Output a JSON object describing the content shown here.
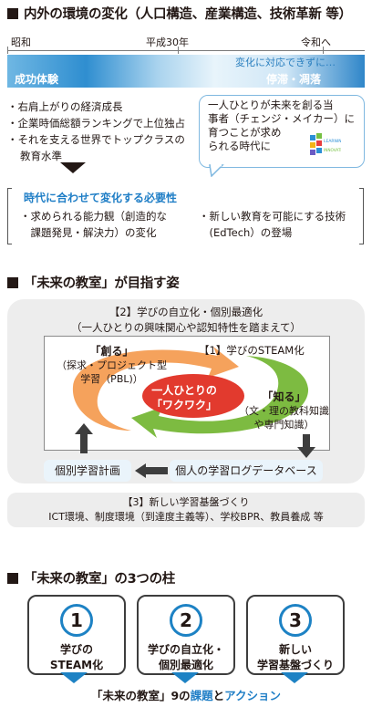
{
  "section1": {
    "title": "内外の環境の変化（人口構造、産業構造、技術革新 等）",
    "timeline": {
      "era1": "昭和",
      "era2": "平成30年",
      "era3": "令和へ"
    },
    "banner": {
      "left_label": "成功体験",
      "right_caption": "変化に対応できずに…",
      "right_label": "停滞・凋落"
    },
    "bullets": [
      "右肩上がりの経済成長",
      "企業時価総額ランキングで上位独占",
      "それを支える世界でトップクラスの",
      "教育水準"
    ],
    "callout": {
      "lines": [
        "一人ひとりが未来を創る当",
        "事者（チェンジ・メイカー）に",
        "育つことが求め",
        "られる時代に"
      ],
      "logo_text": "LEARNING INNOVATION"
    },
    "needs": {
      "title": "時代に合わせて変化する必要性",
      "left": [
        "・求められる能力観（創造的な",
        "　課題発見・解決力）の変化"
      ],
      "right": [
        "・新しい教育を可能にする技術",
        "　(EdTech）の登場"
      ]
    }
  },
  "section2": {
    "title": "「未来の教室」が目指す姿",
    "header": [
      "【2】学びの自立化・個別最適化",
      "（一人ひとりの興味関心や認知特性を踏まえて）"
    ],
    "steam_label": "【1】学びのSTEAM化",
    "create": {
      "title": "「創る」",
      "lines": [
        "（探求・プロジェクト型",
        "学習（PBL)）"
      ]
    },
    "know": {
      "title": "「知る」",
      "lines": [
        "（文・理の教科知識",
        "や専門知識）"
      ]
    },
    "center": [
      "一人ひとりの",
      "「ワクワク」"
    ],
    "log_db": "個人の学習ログデータベース",
    "plan": "個別学習計画",
    "infra": [
      "【3】新しい学習基盤づくり",
      "ICT環境、制度環境（到達度主義等）、学校BPR、教員養成 等"
    ]
  },
  "section3": {
    "title": "「未来の教室」の3つの柱",
    "pillars": [
      {
        "num": "1",
        "lines": [
          "学びの",
          "STEAM化"
        ]
      },
      {
        "num": "2",
        "lines": [
          "学びの自立化・",
          "個別最適化"
        ]
      },
      {
        "num": "3",
        "lines": [
          "新しい",
          "学習基盤づくり"
        ]
      }
    ],
    "footer": {
      "prefix": "「未来の教室」9の",
      "kadai": "課題",
      "to": "と",
      "action": "アクション"
    }
  },
  "colors": {
    "blue": "#1f7ec6",
    "orange": "#f5a25c",
    "green": "#7dbb41",
    "red": "#e23a2e"
  }
}
